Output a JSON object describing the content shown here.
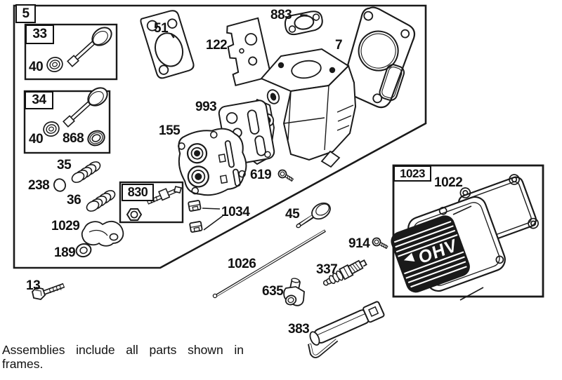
{
  "diagram": {
    "background": "#ffffff",
    "ink": "#1a1a1a"
  },
  "frames": {
    "main": "5",
    "valve_assembly_1": "33",
    "valve_assembly_2": "34",
    "stud_assembly": "830",
    "cover_assembly": "1023"
  },
  "parts": {
    "seal_a": "40",
    "seal_b": "40",
    "washer_868": "868",
    "spring_35": "35",
    "cap_238": "238",
    "spring_36": "36",
    "rocker_arm_1029": "1029",
    "bushing_189": "189",
    "bolt_13": "13",
    "gasket_51": "51",
    "plate_122": "122",
    "gasket_883": "883",
    "head_gasket_7": "7",
    "gasket_993": "993",
    "plate_155": "155",
    "screw_619": "619",
    "clips_1034": "1034",
    "tappet_45": "45",
    "push_rod_1026": "1026",
    "screw_914": "914",
    "spark_plug_337": "337",
    "boot_635": "635",
    "wrench_383": "383",
    "cover_gasket_1022": "1022"
  },
  "cover": {
    "logo": "OHV"
  },
  "caption": {
    "line1": "Assemblies include all parts shown in",
    "line2": "frames."
  }
}
